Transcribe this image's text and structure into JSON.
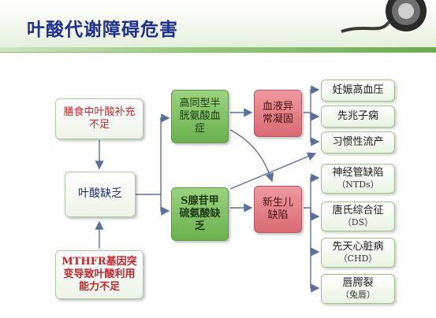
{
  "title": "叶酸代谢障碍危害",
  "nodes": {
    "diet": "膳食中叶酸补充不足",
    "deficiency": "叶酸缺乏",
    "mthfr": "MTHFR基因突变导致叶酸利用能力不足",
    "hcy": "高同型半胱氨酸血症",
    "sam": "S腺苷甲硫氨酸缺乏",
    "coag": "血液异常凝固",
    "newborn": "新生儿缺陷"
  },
  "outcomes": {
    "preeclampsia": "妊娠高血压",
    "eclampsia": "先兆子痫",
    "miscarriage": "习惯性流产",
    "ntd_name": "神经管缺陷",
    "ntd_abbr": "（NTDs）",
    "ds_name": "唐氏综合征",
    "ds_abbr": "（DS）",
    "chd_name": "先天心脏病",
    "chd_abbr": "（CHD）",
    "cleft_name": "唇腭裂",
    "cleft_abbr": "（兔唇）"
  },
  "colors": {
    "title": "#1f2f8c",
    "green_node": "#7dbf5e",
    "red_node": "#e07c85",
    "connector": "#5b6f9e",
    "mthfr_text": "#c0262c",
    "diet_text": "#c0262c"
  }
}
